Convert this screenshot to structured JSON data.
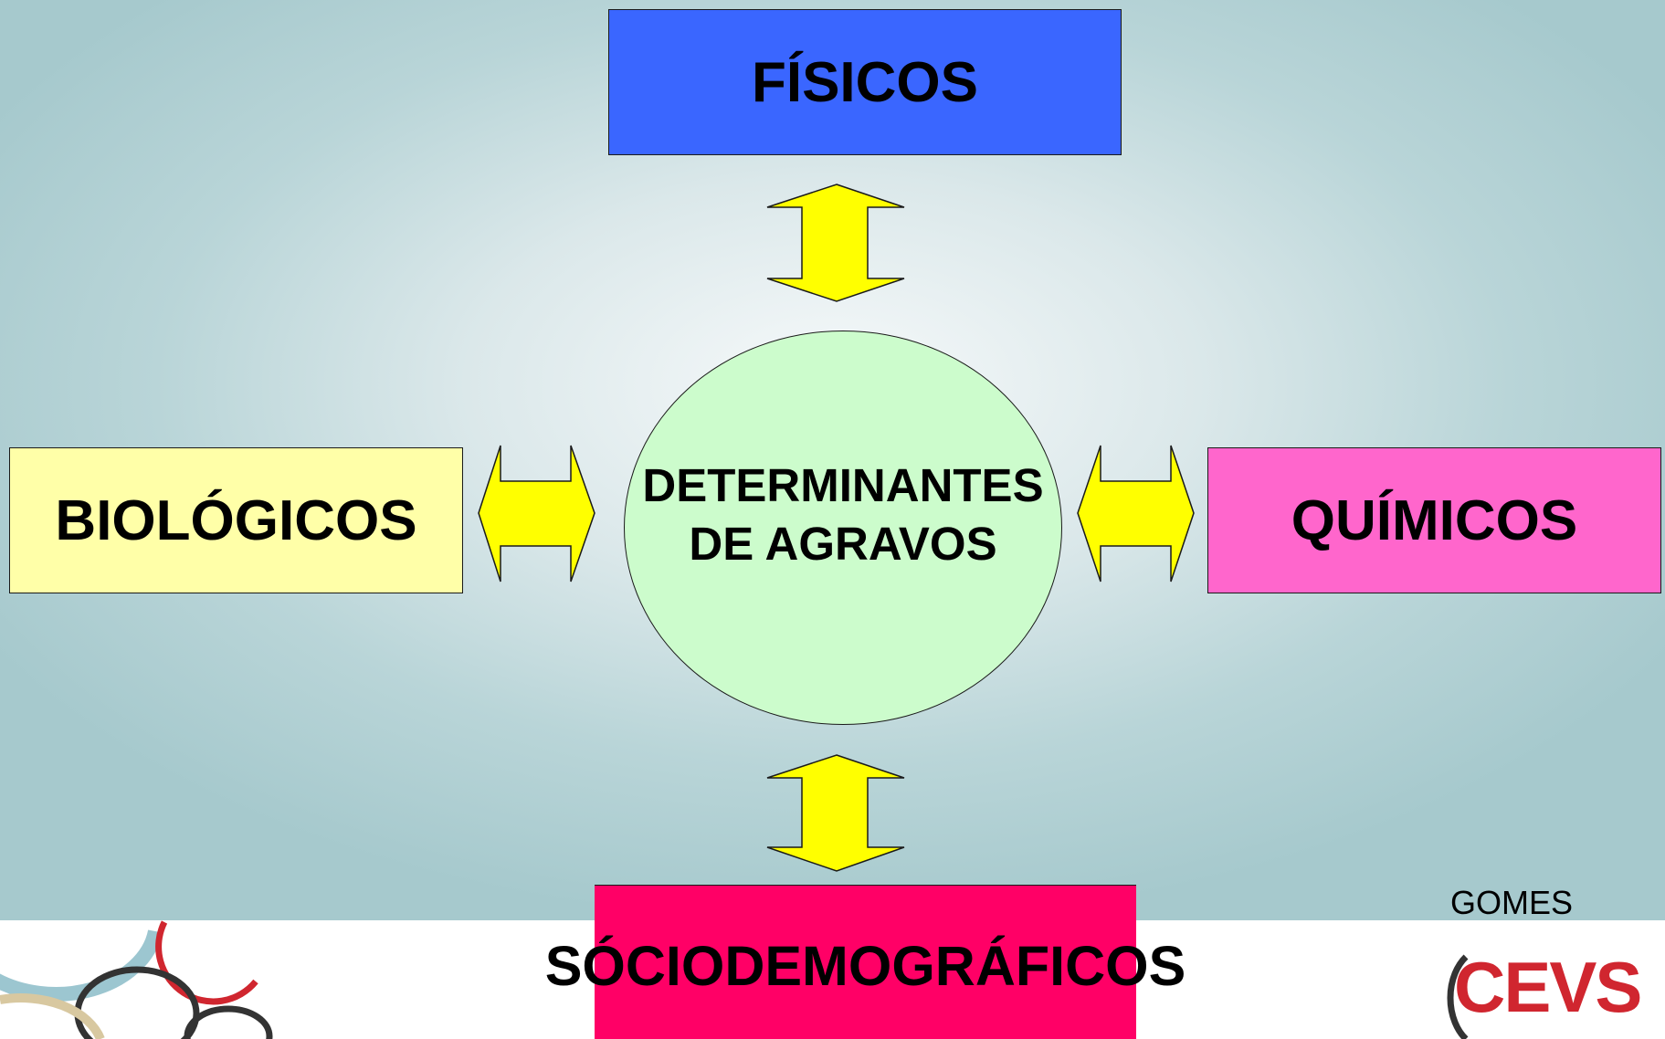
{
  "boxes": {
    "top": {
      "label": "FÍSICOS",
      "color": "#3a66ff"
    },
    "left": {
      "label": "BIOLÓGICOS",
      "color": "#ffffa8"
    },
    "right": {
      "label": "QUÍMICOS",
      "color": "#ff66cc"
    },
    "bottom": {
      "line1": "SÓCIODEMOGRÁ",
      "line2": "FICOS",
      "color": "#ff0066"
    }
  },
  "center": {
    "line1": "DETERMINANTES",
    "line2": "DE AGRAVOS",
    "color": "#ccfccc"
  },
  "arrow_color": "#ffff00",
  "author": "GOMES",
  "logo": {
    "text": "CEVS",
    "color": "#d0262f"
  }
}
